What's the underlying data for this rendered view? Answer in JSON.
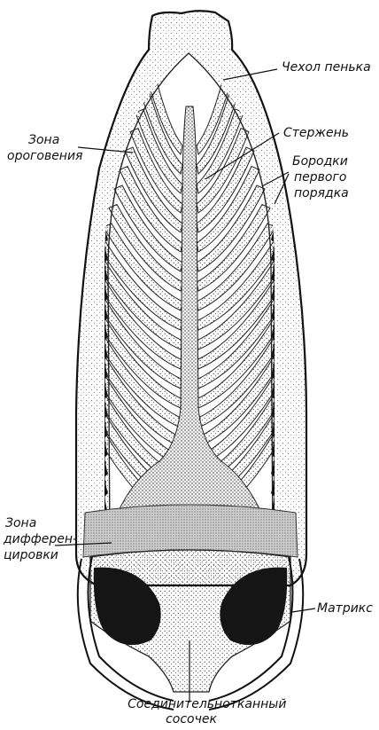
{
  "labels": {
    "sheath": "Чехол пенька",
    "shaft": "Стержень",
    "keratin_zone": [
      "Зона",
      "ороговения"
    ],
    "first_order_barbs": [
      "Бородки",
      "первого",
      "порядка"
    ],
    "differentiation_zone": [
      "Зона",
      "дифферен-",
      "цировки"
    ],
    "matrix": "Матрикс",
    "papilla": [
      "Соединительнотканный",
      "сосочек"
    ]
  },
  "colors": {
    "ink": "#111111",
    "paper": "#ffffff",
    "stipple": "#555555"
  }
}
